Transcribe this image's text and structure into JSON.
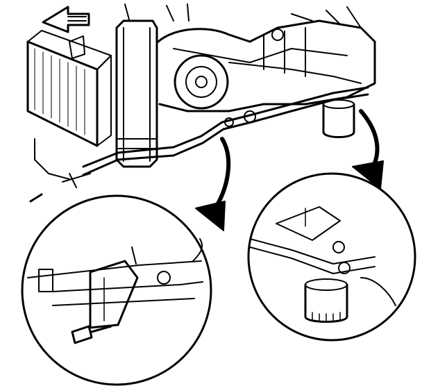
{
  "figure": {
    "colors": {
      "ink": "#000000",
      "paper": "#ffffff"
    },
    "parts": {
      "direction_arrow": "front-direction-arrow",
      "radiator": "radiator",
      "engine_fan": "fan-shroud",
      "transmission_lines": "cooler-lines",
      "oil_filter": "oil-filter",
      "left_detail": "bracket-and-bolt-detail",
      "right_detail": "line-fitting-detail"
    }
  }
}
